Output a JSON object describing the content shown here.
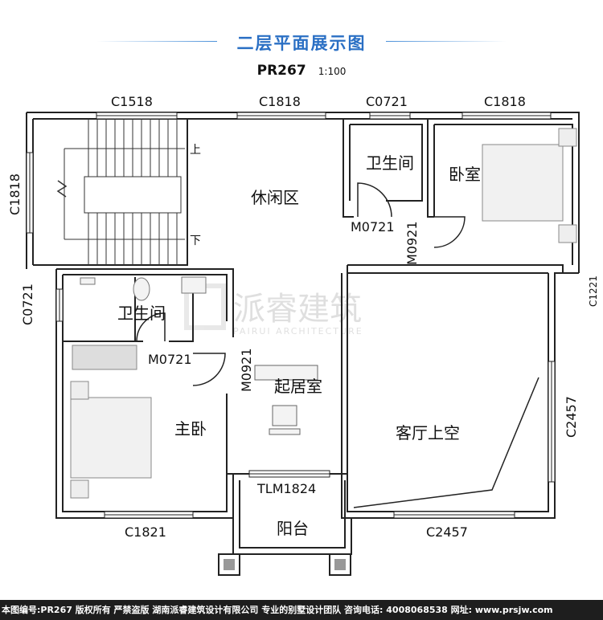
{
  "header": {
    "title": "二层平面展示图",
    "code": "PR267",
    "scale": "1:100"
  },
  "watermark": {
    "name": "派睿建筑",
    "sub": "PAIRUI ARCHITECTURE"
  },
  "rooms": {
    "leisure": "休闲区",
    "bath_top": "卫生间",
    "bedroom": "卧室",
    "bath_left": "卫生间",
    "master": "主卧",
    "living": "起居室",
    "void": "客厅上空",
    "balcony": "阳台"
  },
  "stairs": {
    "up": "上",
    "down": "下"
  },
  "windows": {
    "c1518": "C1518",
    "c1818_top": "C1818",
    "c0721_top": "C0721",
    "c1818_right": "C1818",
    "c1818_left": "C1818",
    "c0721_left": "C0721",
    "c1821": "C1821",
    "c2457_bottom": "C2457",
    "c2457_right": "C2457",
    "edge_cut": "C1221"
  },
  "doors": {
    "m0721_top": "M0721",
    "m0921_top": "M0921",
    "m0721_left": "M0721",
    "m0921_left": "M0921",
    "tlm1824": "TLM1824"
  },
  "footer": {
    "text": "本图编号:PR267 版权所有 严禁盗版 湖南派睿建筑设计有限公司 专业的别墅设计团队 咨询电话: 4008068538 网址: www.prsjw.com"
  }
}
